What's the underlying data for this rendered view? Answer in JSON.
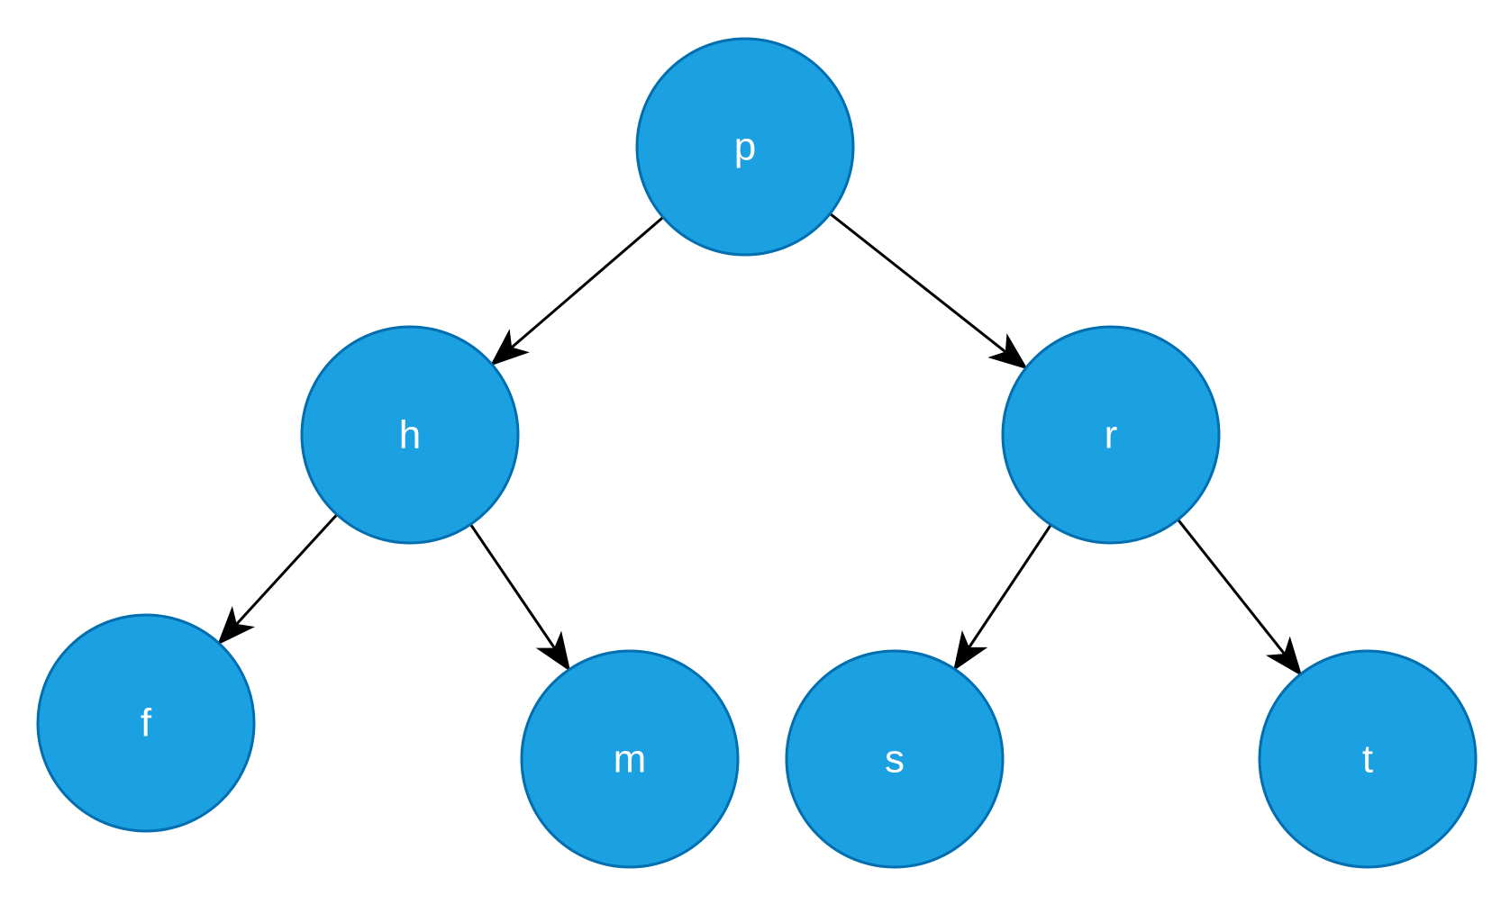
{
  "diagram": {
    "type": "binary-tree",
    "node_fill": "#1ba1e2",
    "node_stroke": "#006eaf",
    "label_color": "#ffffff",
    "edge_color": "#000000",
    "nodes": [
      {
        "id": "p",
        "label": "p"
      },
      {
        "id": "h",
        "label": "h"
      },
      {
        "id": "r",
        "label": "r"
      },
      {
        "id": "f",
        "label": "f"
      },
      {
        "id": "m",
        "label": "m"
      },
      {
        "id": "s",
        "label": "s"
      },
      {
        "id": "t",
        "label": "t"
      }
    ],
    "edges": [
      {
        "from": "p",
        "to": "h"
      },
      {
        "from": "p",
        "to": "r"
      },
      {
        "from": "h",
        "to": "f"
      },
      {
        "from": "h",
        "to": "m"
      },
      {
        "from": "r",
        "to": "s"
      },
      {
        "from": "r",
        "to": "t"
      }
    ]
  }
}
